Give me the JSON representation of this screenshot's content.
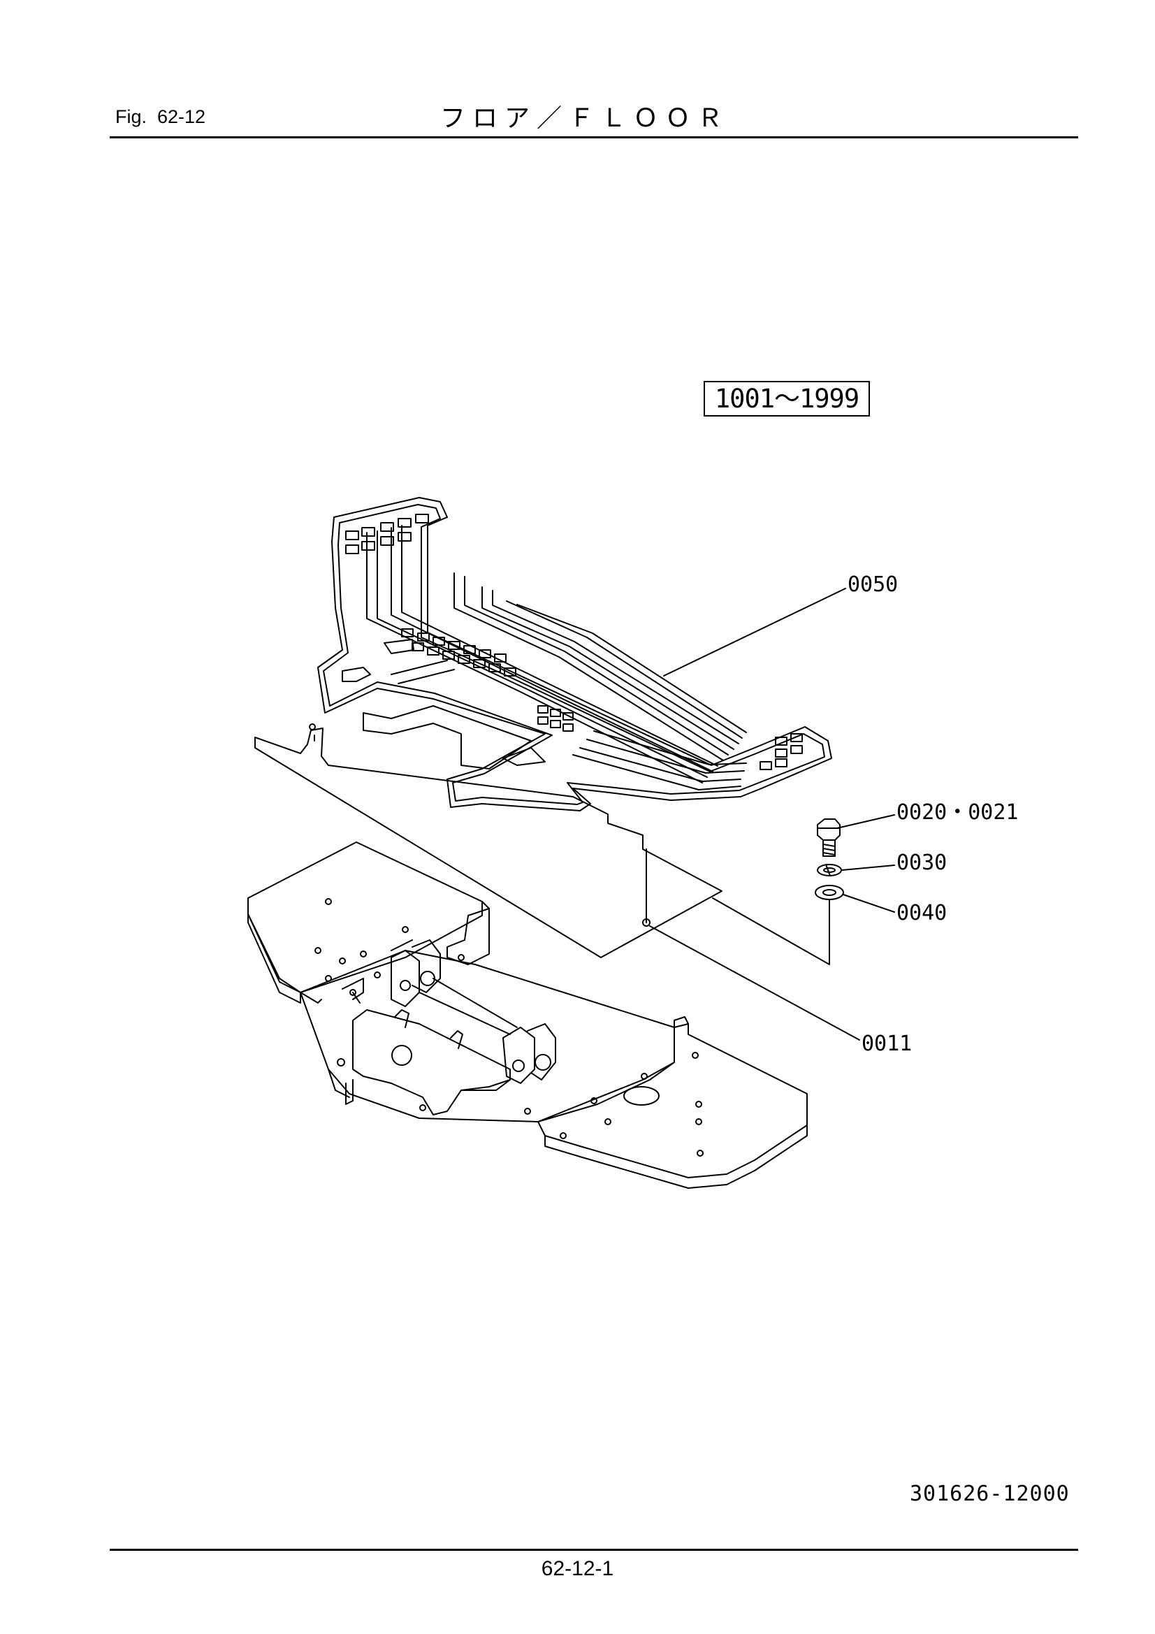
{
  "header": {
    "figure_label": "Fig.  62-12",
    "title": "フロア／ＦＬＯＯＲ"
  },
  "serial_range": "1001～1999",
  "callouts": {
    "floor_mat": "0050",
    "bolt": "0020・0021",
    "spring_washer": "0030",
    "washer": "0040",
    "floor_plate": "0011"
  },
  "footer": {
    "document_number": "301626-12000",
    "page_number": "62-12-1"
  }
}
